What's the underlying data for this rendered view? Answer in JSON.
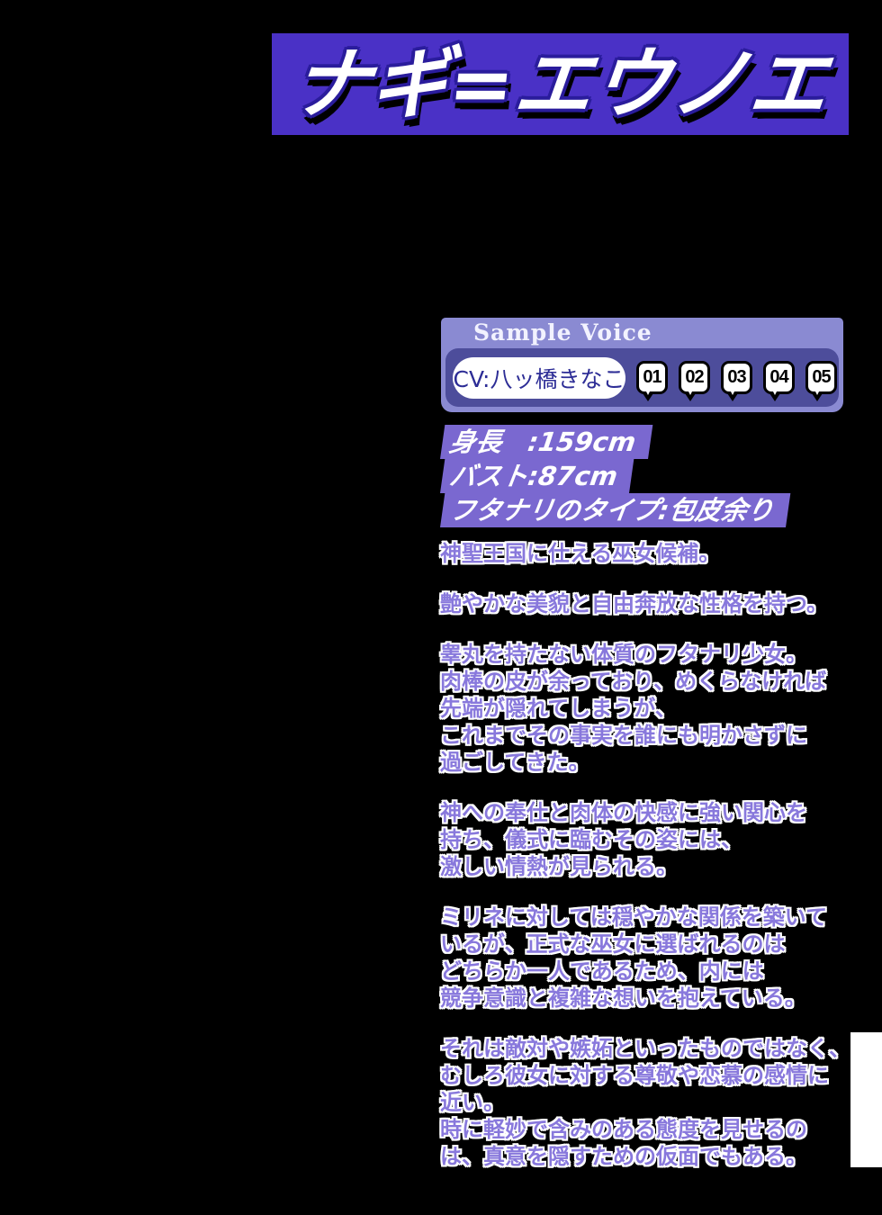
{
  "page": {
    "background": "#000000"
  },
  "title": {
    "text": "ナギ=エウノエ",
    "bar_color": "#4A31C6",
    "text_color": "#FFFFFF",
    "outline_color": "#2A1C9C"
  },
  "sample_voice": {
    "header": "Sample Voice",
    "cv_label": "CV:八ッ橋きなこ",
    "buttons": [
      "01",
      "02",
      "03",
      "04",
      "05"
    ],
    "colors": {
      "panel": "#8A8AD2",
      "inner": "#4D4D9B",
      "cv_text": "#2D2D96",
      "button_bg": "#FFFFFF",
      "button_border": "#000000"
    }
  },
  "stats": {
    "band_color": "#7A68D0",
    "lines": [
      "身長　:159cm",
      "バスト:87cm",
      "フタナリのタイプ:包皮余り"
    ]
  },
  "description": {
    "text_color": "#8878DC",
    "paragraphs": [
      "神聖王国に仕える巫女候補。",
      "艶やかな美貌と自由奔放な性格を持つ。",
      "睾丸を持たない体質のフタナリ少女。\n肉棒の皮が余っており、めくらなければ\n先端が隠れてしまうが、\nこれまでその事実を誰にも明かさずに\n過ごしてきた。",
      "神への奉仕と肉体の快感に強い関心を\n持ち、儀式に臨むその姿には、\n激しい情熱が見られる。",
      "ミリネに対しては穏やかな関係を築いて\nいるが、正式な巫女に選ばれるのは\nどちらか一人であるため、内には\n競争意識と複雑な想いを抱えている。",
      "それは敵対や嫉妬といったものではなく、\nむしろ彼女に対する尊敬や恋慕の感情に\n近い。\n時に軽妙で含みのある態度を見せるの\nは、真意を隠すための仮面でもある。"
    ]
  }
}
